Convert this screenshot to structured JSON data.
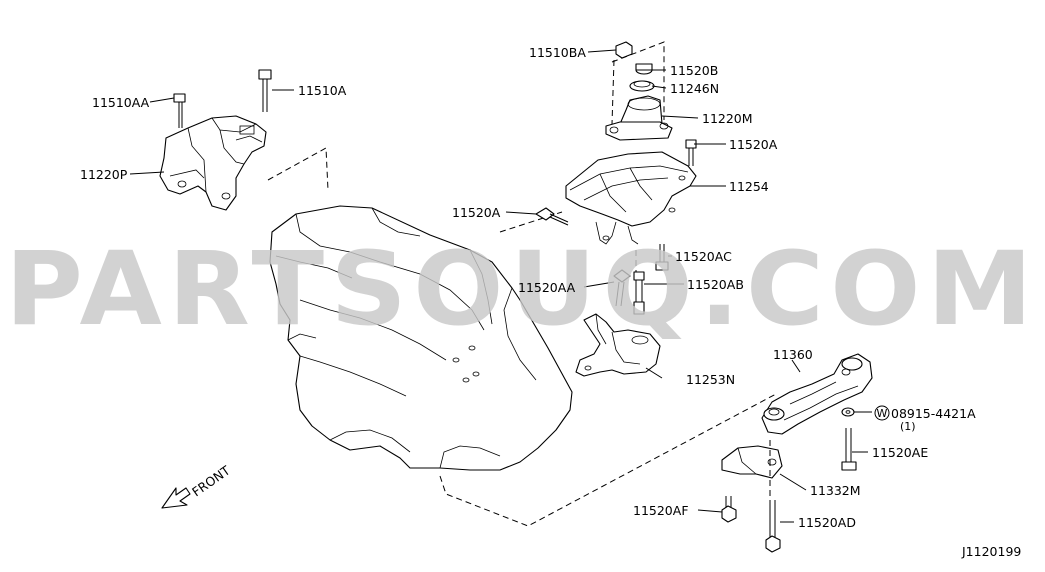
{
  "diagram": {
    "watermark": "PARTSOUQ.COM",
    "front_label": "FRONT",
    "drawing_code": "J1120199",
    "parts": [
      {
        "id": "p1",
        "label": "11510BA"
      },
      {
        "id": "p2",
        "label": "11520B"
      },
      {
        "id": "p3",
        "label": "11246N"
      },
      {
        "id": "p4",
        "label": "11220M"
      },
      {
        "id": "p5",
        "label": "11520A"
      },
      {
        "id": "p6",
        "label": "11254"
      },
      {
        "id": "p7",
        "label": "11520A"
      },
      {
        "id": "p8",
        "label": "11520AC"
      },
      {
        "id": "p9",
        "label": "11520AA"
      },
      {
        "id": "p10",
        "label": "11520AB"
      },
      {
        "id": "p11",
        "label": "11253N"
      },
      {
        "id": "p12",
        "label": "11360"
      },
      {
        "id": "p13",
        "label": "08915-4421A"
      },
      {
        "id": "p14",
        "label": "(1)"
      },
      {
        "id": "p15",
        "label": "11520AE"
      },
      {
        "id": "p16",
        "label": "11332M"
      },
      {
        "id": "p17",
        "label": "11520AF"
      },
      {
        "id": "p18",
        "label": "11520AD"
      },
      {
        "id": "p19",
        "label": "11510AA"
      },
      {
        "id": "p20",
        "label": "11510A"
      },
      {
        "id": "p21",
        "label": "11220P"
      }
    ],
    "washer_symbol": "W"
  }
}
